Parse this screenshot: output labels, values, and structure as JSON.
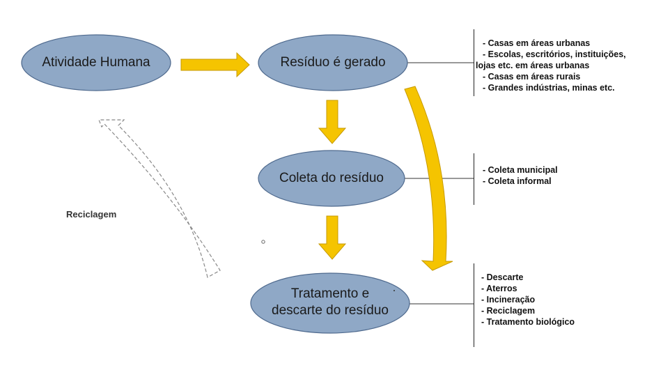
{
  "nodes": {
    "human_activity": "Atividade Humana",
    "waste_generated": "Resíduo é gerado",
    "collection": "Coleta do resíduo",
    "treatment_line1": "Tratamento e",
    "treatment_line2": "descarte do resíduo"
  },
  "recycle_label": "Reciclagem",
  "notes": {
    "sources": [
      "- Casas em áreas urbanas",
      "- Escolas, escritórios, instituições,",
      "lojas etc. em áreas urbanas",
      "- Casas em áreas rurais",
      "- Grandes indústrias, minas etc."
    ],
    "collection": [
      "- Coleta municipal",
      "- Coleta informal"
    ],
    "treatment": [
      "- Descarte",
      "- Aterros",
      "- Incineração",
      "- Reciclagem",
      "- Tratamento biológico"
    ]
  },
  "colors": {
    "ellipse_fill": "#8fa8c6",
    "ellipse_stroke": "#4f6a8e",
    "arrow_fill": "#f5c400",
    "arrow_stroke": "#c79a00"
  }
}
